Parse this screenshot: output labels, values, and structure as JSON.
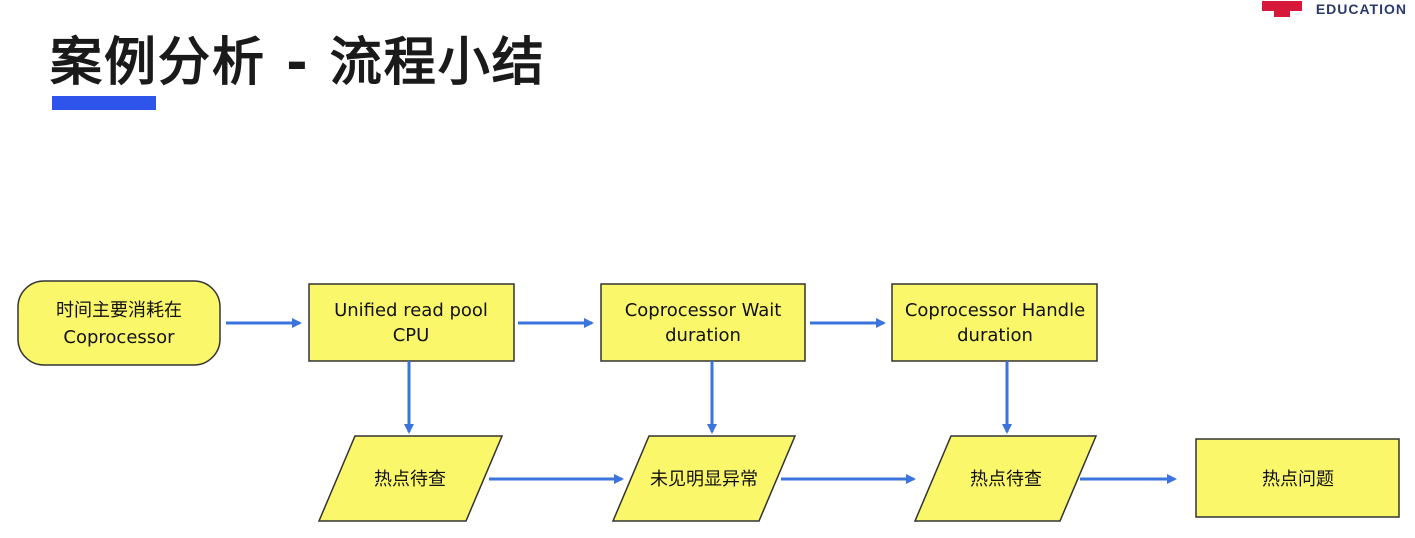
{
  "header": {
    "title": "案例分析 - 流程小结",
    "brand_text": "EDUCATION"
  },
  "colors": {
    "accent": "#2f54eb",
    "node_fill": "#faf76b",
    "node_stroke": "#333333",
    "arrow": "#3b74dd",
    "brand_red": "#d6193a"
  },
  "flow": {
    "start": {
      "lines": [
        "时间主要消耗在",
        "Coprocessor"
      ]
    },
    "step1": {
      "lines": [
        "Unified read pool",
        "CPU"
      ]
    },
    "step2": {
      "lines": [
        "Coprocessor Wait",
        "duration"
      ]
    },
    "step3": {
      "lines": [
        "Coprocessor Handle",
        "duration"
      ]
    },
    "out1": {
      "text": "热点待查"
    },
    "out2": {
      "text": "未见明显异常"
    },
    "out3": {
      "text": "热点待查"
    },
    "result": {
      "text": "热点问题"
    }
  }
}
